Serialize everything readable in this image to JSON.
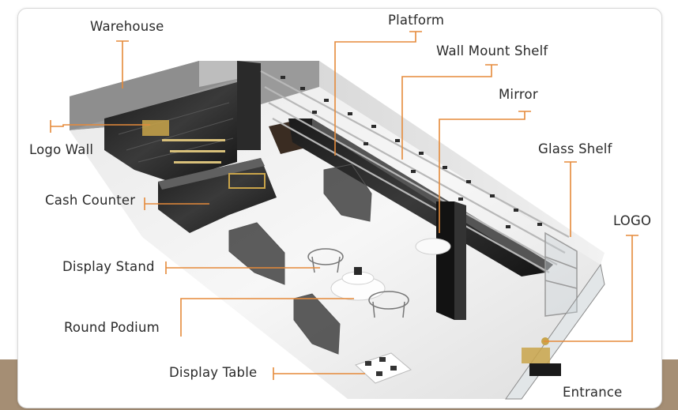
{
  "labels": {
    "warehouse": "Warehouse",
    "platform": "Platform",
    "wall_mount_shelf": "Wall Mount Shelf",
    "mirror": "Mirror",
    "logo_wall": "Logo Wall",
    "glass_shelf": "Glass Shelf",
    "cash_counter": "Cash Counter",
    "logo": "LOGO",
    "display_stand": "Display Stand",
    "round_podium": "Round Podium",
    "display_table": "Display Table",
    "entrance": "Entrance"
  },
  "colors": {
    "leader_line": "#e58a3a",
    "label_text": "#2a2a2a",
    "background_band": "#a58e74"
  }
}
